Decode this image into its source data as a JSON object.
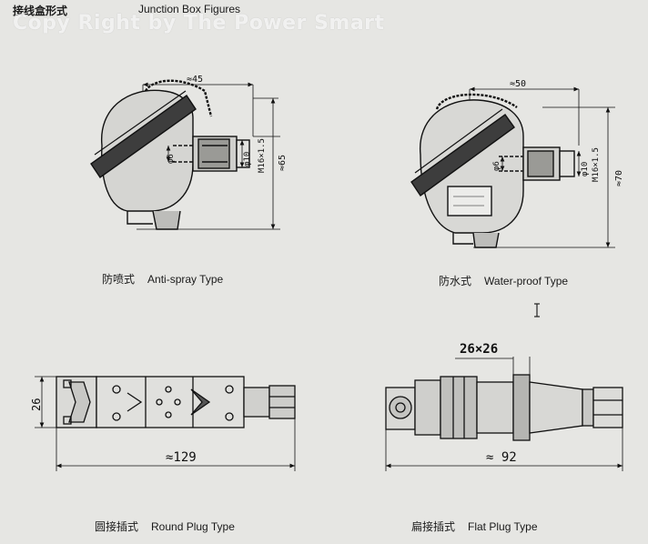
{
  "header": {
    "title_cn": "接线盒形式",
    "title_en": "Junction Box Figures",
    "watermark": "Copy Right by The Power Smart"
  },
  "figures": [
    {
      "name_cn": "防喷式",
      "name_en": "Anti-spray Type",
      "dims": {
        "width": "≈45",
        "height": "≈65",
        "bore": "φ6",
        "thread_dia": "φ10",
        "thread": "M16×1.5"
      }
    },
    {
      "name_cn": "防水式",
      "name_en": "Water-proof Type",
      "dims": {
        "width": "≈50",
        "height": "≈70",
        "bore": "φ6",
        "thread_dia": "φ10",
        "thread": "M16×1.5"
      }
    },
    {
      "name_cn": "圆接插式",
      "name_en": "Round Plug Type",
      "dims": {
        "length": "≈129",
        "height": "26"
      }
    },
    {
      "name_cn": "扁接插式",
      "name_en": "Flat Plug Type",
      "dims": {
        "length": "≈ 92",
        "hex": "26×26"
      }
    }
  ],
  "icons": [
    "text-cursor-icon"
  ]
}
